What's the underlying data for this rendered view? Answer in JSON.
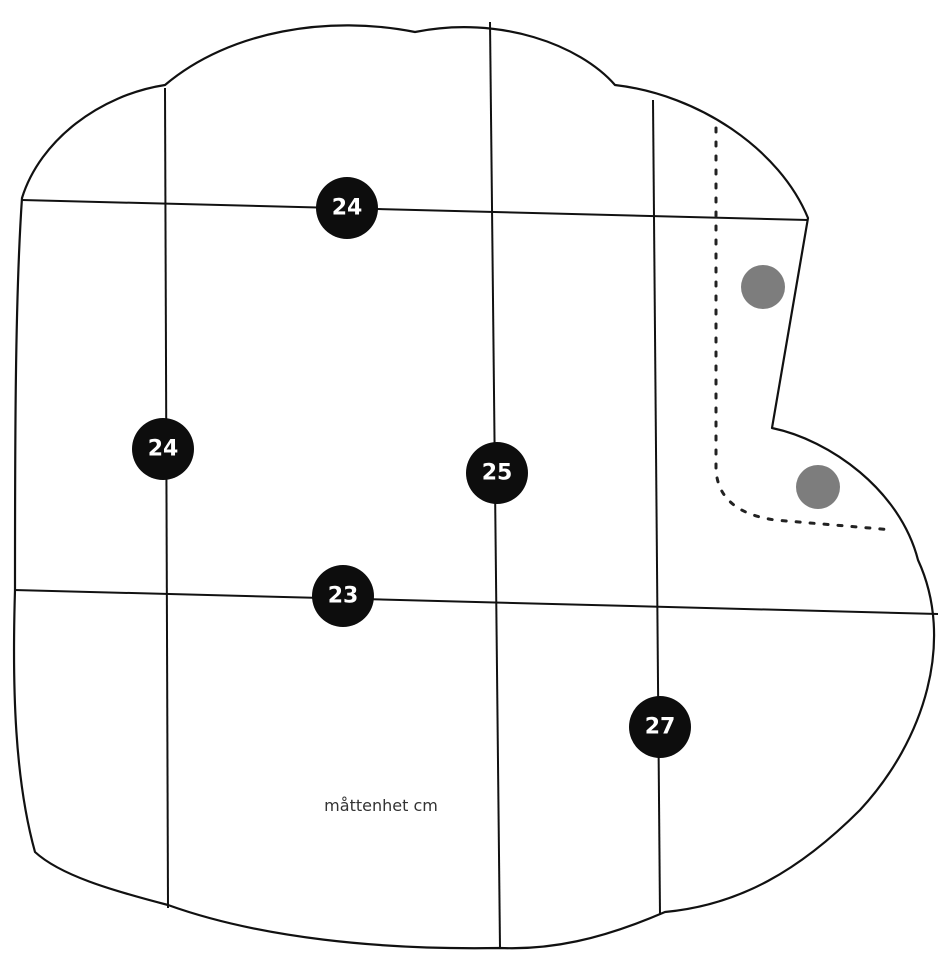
{
  "markers": [
    {
      "id": "top",
      "label": "24",
      "tone": "dark"
    },
    {
      "id": "left",
      "label": "24",
      "tone": "dark"
    },
    {
      "id": "center",
      "label": "25",
      "tone": "dark"
    },
    {
      "id": "middle",
      "label": "23",
      "tone": "dark"
    },
    {
      "id": "bottom-right",
      "label": "27",
      "tone": "dark"
    },
    {
      "id": "gray-upper",
      "label": "",
      "tone": "gray"
    },
    {
      "id": "gray-lower",
      "label": "",
      "tone": "gray"
    }
  ],
  "unit_label": "måttenhet cm",
  "colors": {
    "stroke": "#111111",
    "marker_dark": "#0d0d0d",
    "marker_gray": "#7d7d7d",
    "marker_text": "#ffffff"
  }
}
